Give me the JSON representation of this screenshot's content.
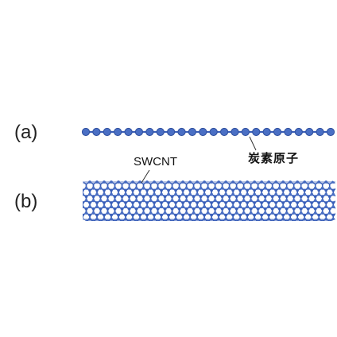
{
  "panels": {
    "a": {
      "label": "(a)"
    },
    "b": {
      "label": "(b)"
    }
  },
  "annotations": {
    "carbon_atom": "炭素原子",
    "swcnt": "SWCNT"
  },
  "colors": {
    "atom_fill": "#4a6fc4",
    "atom_stroke": "#2f4f9e",
    "bond": "#3a5fb8",
    "leader": "#333333"
  }
}
